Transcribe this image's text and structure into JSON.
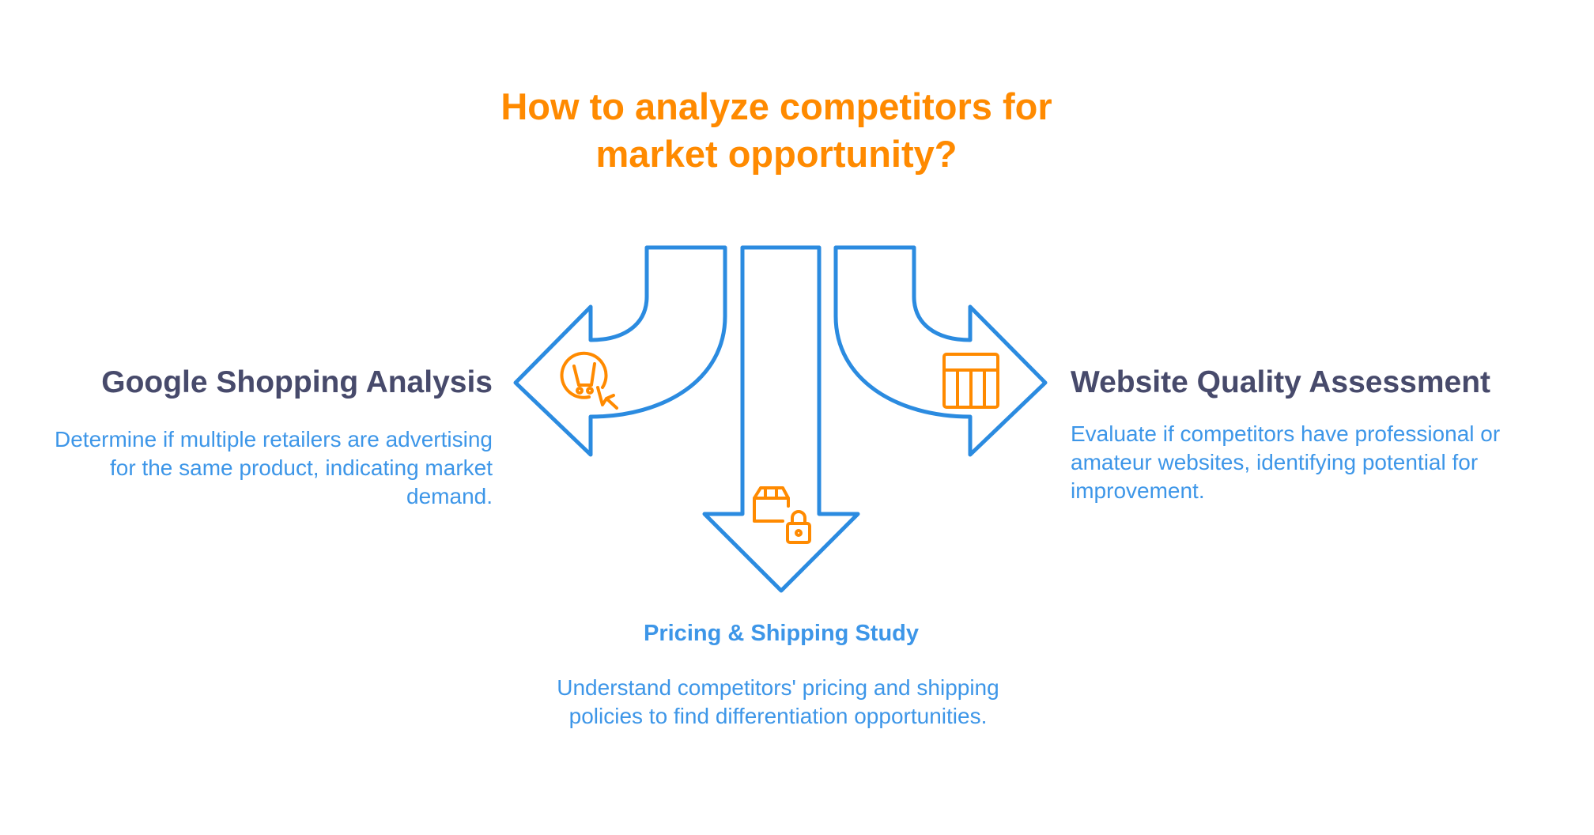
{
  "title": "How to analyze competitors for market opportunity?",
  "branches": [
    {
      "heading": "Google Shopping Analysis",
      "description": "Determine if multiple retailers are advertising for the same product, indicating market demand.",
      "icon": "shopping-cart-cursor-icon",
      "direction": "left"
    },
    {
      "heading": "Pricing & Shipping Study",
      "description": "Understand competitors' pricing and shipping policies to find differentiation opportunities.",
      "icon": "package-lock-icon",
      "direction": "down"
    },
    {
      "heading": "Website Quality Assessment",
      "description": "Evaluate if competitors have professional or amateur websites, identifying potential for improvement.",
      "icon": "website-layout-icon",
      "direction": "right"
    }
  ],
  "colors": {
    "title": "#FF8A00",
    "arrow": "#2B8BE0",
    "icon": "#FF8A00",
    "heading": "#474A6B",
    "description": "#3D96E8"
  }
}
